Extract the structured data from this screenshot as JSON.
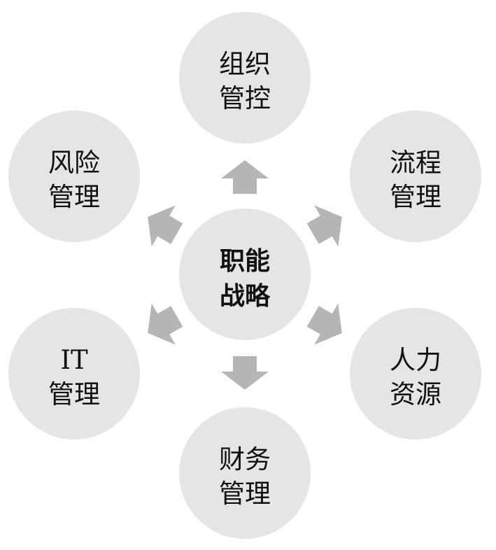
{
  "center": {
    "line1": "职能",
    "line2": "战略"
  },
  "nodes": [
    {
      "id": "org-control",
      "line1": "组织",
      "line2": "管控"
    },
    {
      "id": "process-management",
      "line1": "流程",
      "line2": "管理"
    },
    {
      "id": "human-resources",
      "line1": "人力",
      "line2": "资源"
    },
    {
      "id": "finance-management",
      "line1": "财务",
      "line2": "管理"
    },
    {
      "id": "it-management",
      "line1": "IT",
      "line2": "管理"
    },
    {
      "id": "risk-management",
      "line1": "风险",
      "line2": "管理"
    }
  ],
  "colors": {
    "circle": "#e5e5e5",
    "arrow": "#b5b5b5",
    "text": "#111111"
  }
}
